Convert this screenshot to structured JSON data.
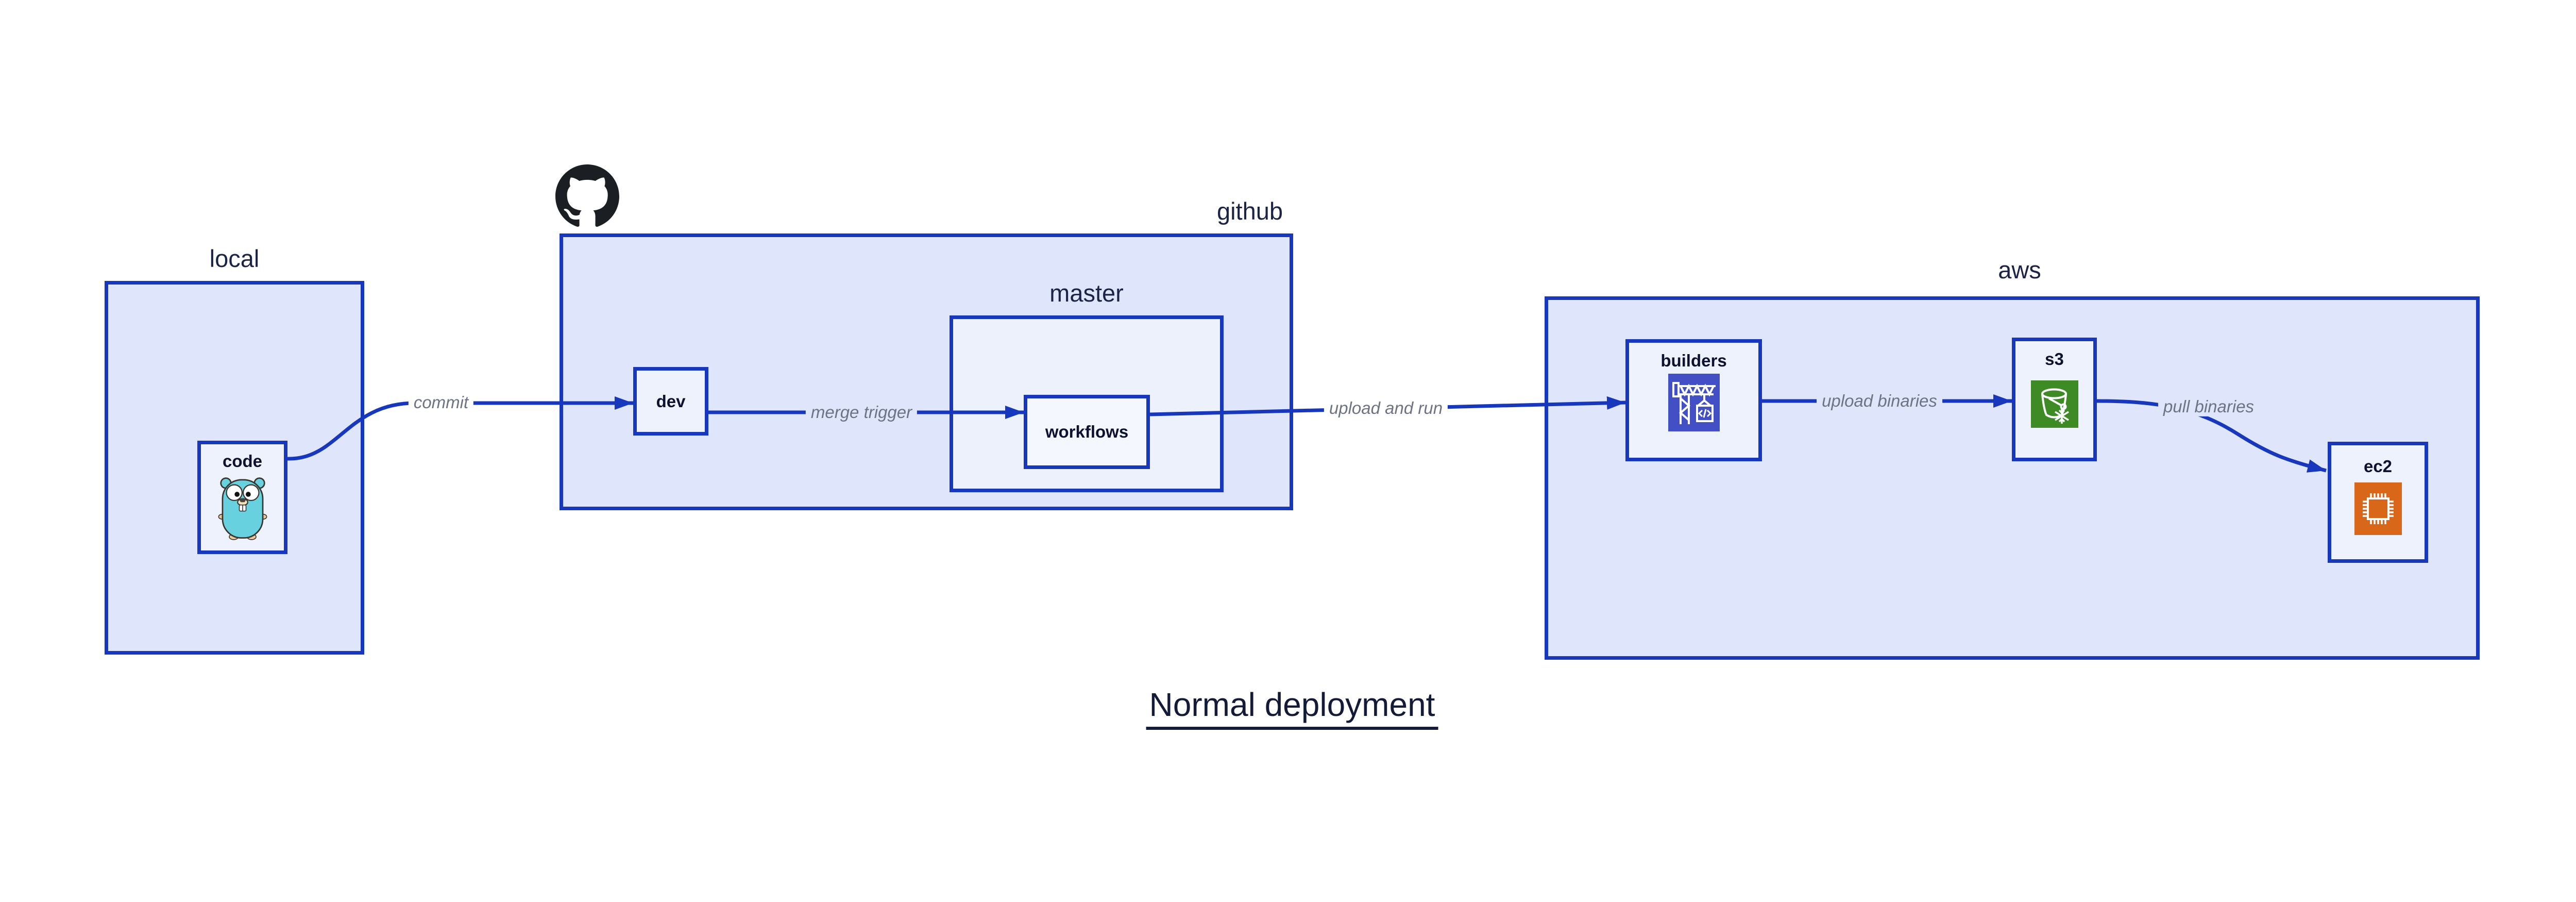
{
  "diagram": {
    "title": "Normal deployment",
    "groups": {
      "local": {
        "label": "local"
      },
      "github": {
        "label": "github",
        "icon": "github-octocat"
      },
      "master": {
        "label": "master"
      },
      "aws": {
        "label": "aws"
      }
    },
    "nodes": {
      "code": {
        "label": "code",
        "icon": "go-gopher"
      },
      "dev": {
        "label": "dev"
      },
      "workflows": {
        "label": "workflows"
      },
      "builders": {
        "label": "builders",
        "icon": "codebuild-crane"
      },
      "s3": {
        "label": "s3",
        "icon": "s3-bucket-snowflake"
      },
      "ec2": {
        "label": "ec2",
        "icon": "ec2-chip"
      }
    },
    "edges": [
      {
        "from": "code",
        "to": "dev",
        "label": "commit"
      },
      {
        "from": "dev",
        "to": "workflows",
        "label": "merge trigger"
      },
      {
        "from": "workflows",
        "to": "builders",
        "label": "upload and run"
      },
      {
        "from": "builders",
        "to": "s3",
        "label": "upload binaries"
      },
      {
        "from": "s3",
        "to": "ec2",
        "label": "pull binaries"
      }
    ],
    "colors": {
      "border_and_arrows": "#1737bd",
      "group_fill": "#dfe5fa",
      "master_fill": "#edf1fc",
      "node_fill": "#eef2fd",
      "node_label": "#0c1230",
      "group_label": "#1b2347",
      "edge_label": "#6e7384",
      "title_text": "#141b38",
      "octocat_black": "#1b1f23",
      "codebuild_indigo": "#4350c5",
      "s3_green": "#3e8a25",
      "ec2_orange": "#d9671a",
      "gopher_teal": "#67d1df"
    }
  }
}
